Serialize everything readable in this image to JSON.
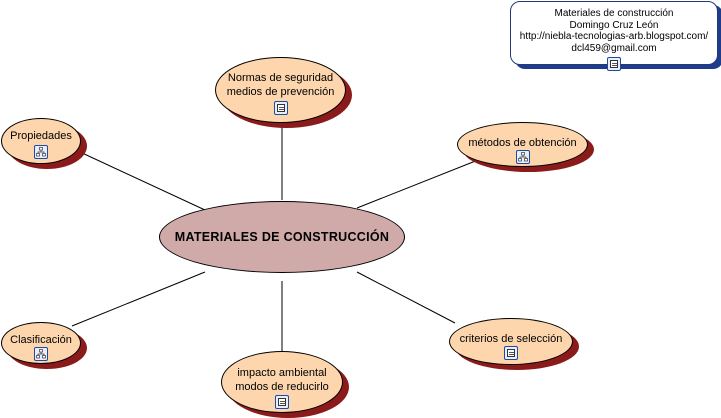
{
  "center": {
    "label": "MATERIALES DE CONSTRUCCIÓN"
  },
  "nodes": {
    "normas": {
      "label": "Normas de seguridad\nmedios de prevención",
      "icon": "document-icon"
    },
    "propiedades": {
      "label": "Propiedades",
      "icon": "concept-map-icon"
    },
    "metodos": {
      "label": "métodos de obtención",
      "icon": "concept-map-icon"
    },
    "clasificacion": {
      "label": "Clasificación",
      "icon": "concept-map-icon"
    },
    "criterios": {
      "label": "criterios de selección",
      "icon": "document-icon"
    },
    "impacto": {
      "label": "impacto ambiental\nmodos de reducirlo",
      "icon": "document-icon"
    }
  },
  "info": {
    "line1": "Materiales de construcción",
    "line2": "Domingo Cruz León",
    "line3": "http://niebla-tecnologias-arb.blogspot.com/",
    "line4": "dcl459@gmail.com",
    "icon": "document-icon"
  },
  "colors": {
    "node_fill": "#fdd6ad",
    "node_shadow": "#8b1a1a",
    "center_fill": "#cfaaa9",
    "info_border": "#1f3c8c"
  }
}
